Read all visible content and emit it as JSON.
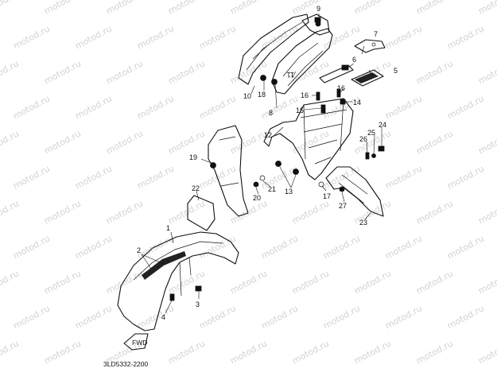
{
  "watermark": "motod.ru",
  "diagram_code": "3LD5332-2200",
  "fwd_label": "FWD",
  "callouts": {
    "c1": "1",
    "c2": "2",
    "c3": "3",
    "c4": "4",
    "c5": "5",
    "c6": "6",
    "c7": "7",
    "c8": "8",
    "c9": "9",
    "c10": "10",
    "c11": "11",
    "c12": "12",
    "c13": "13",
    "c14": "14",
    "c15": "15",
    "c16a": "16",
    "c16b": "16",
    "c17": "17",
    "c18": "18",
    "c19": "19",
    "c20": "20",
    "c21": "21",
    "c22": "22",
    "c23": "23",
    "c24": "24",
    "c25": "25",
    "c26": "26",
    "c27": "27"
  }
}
